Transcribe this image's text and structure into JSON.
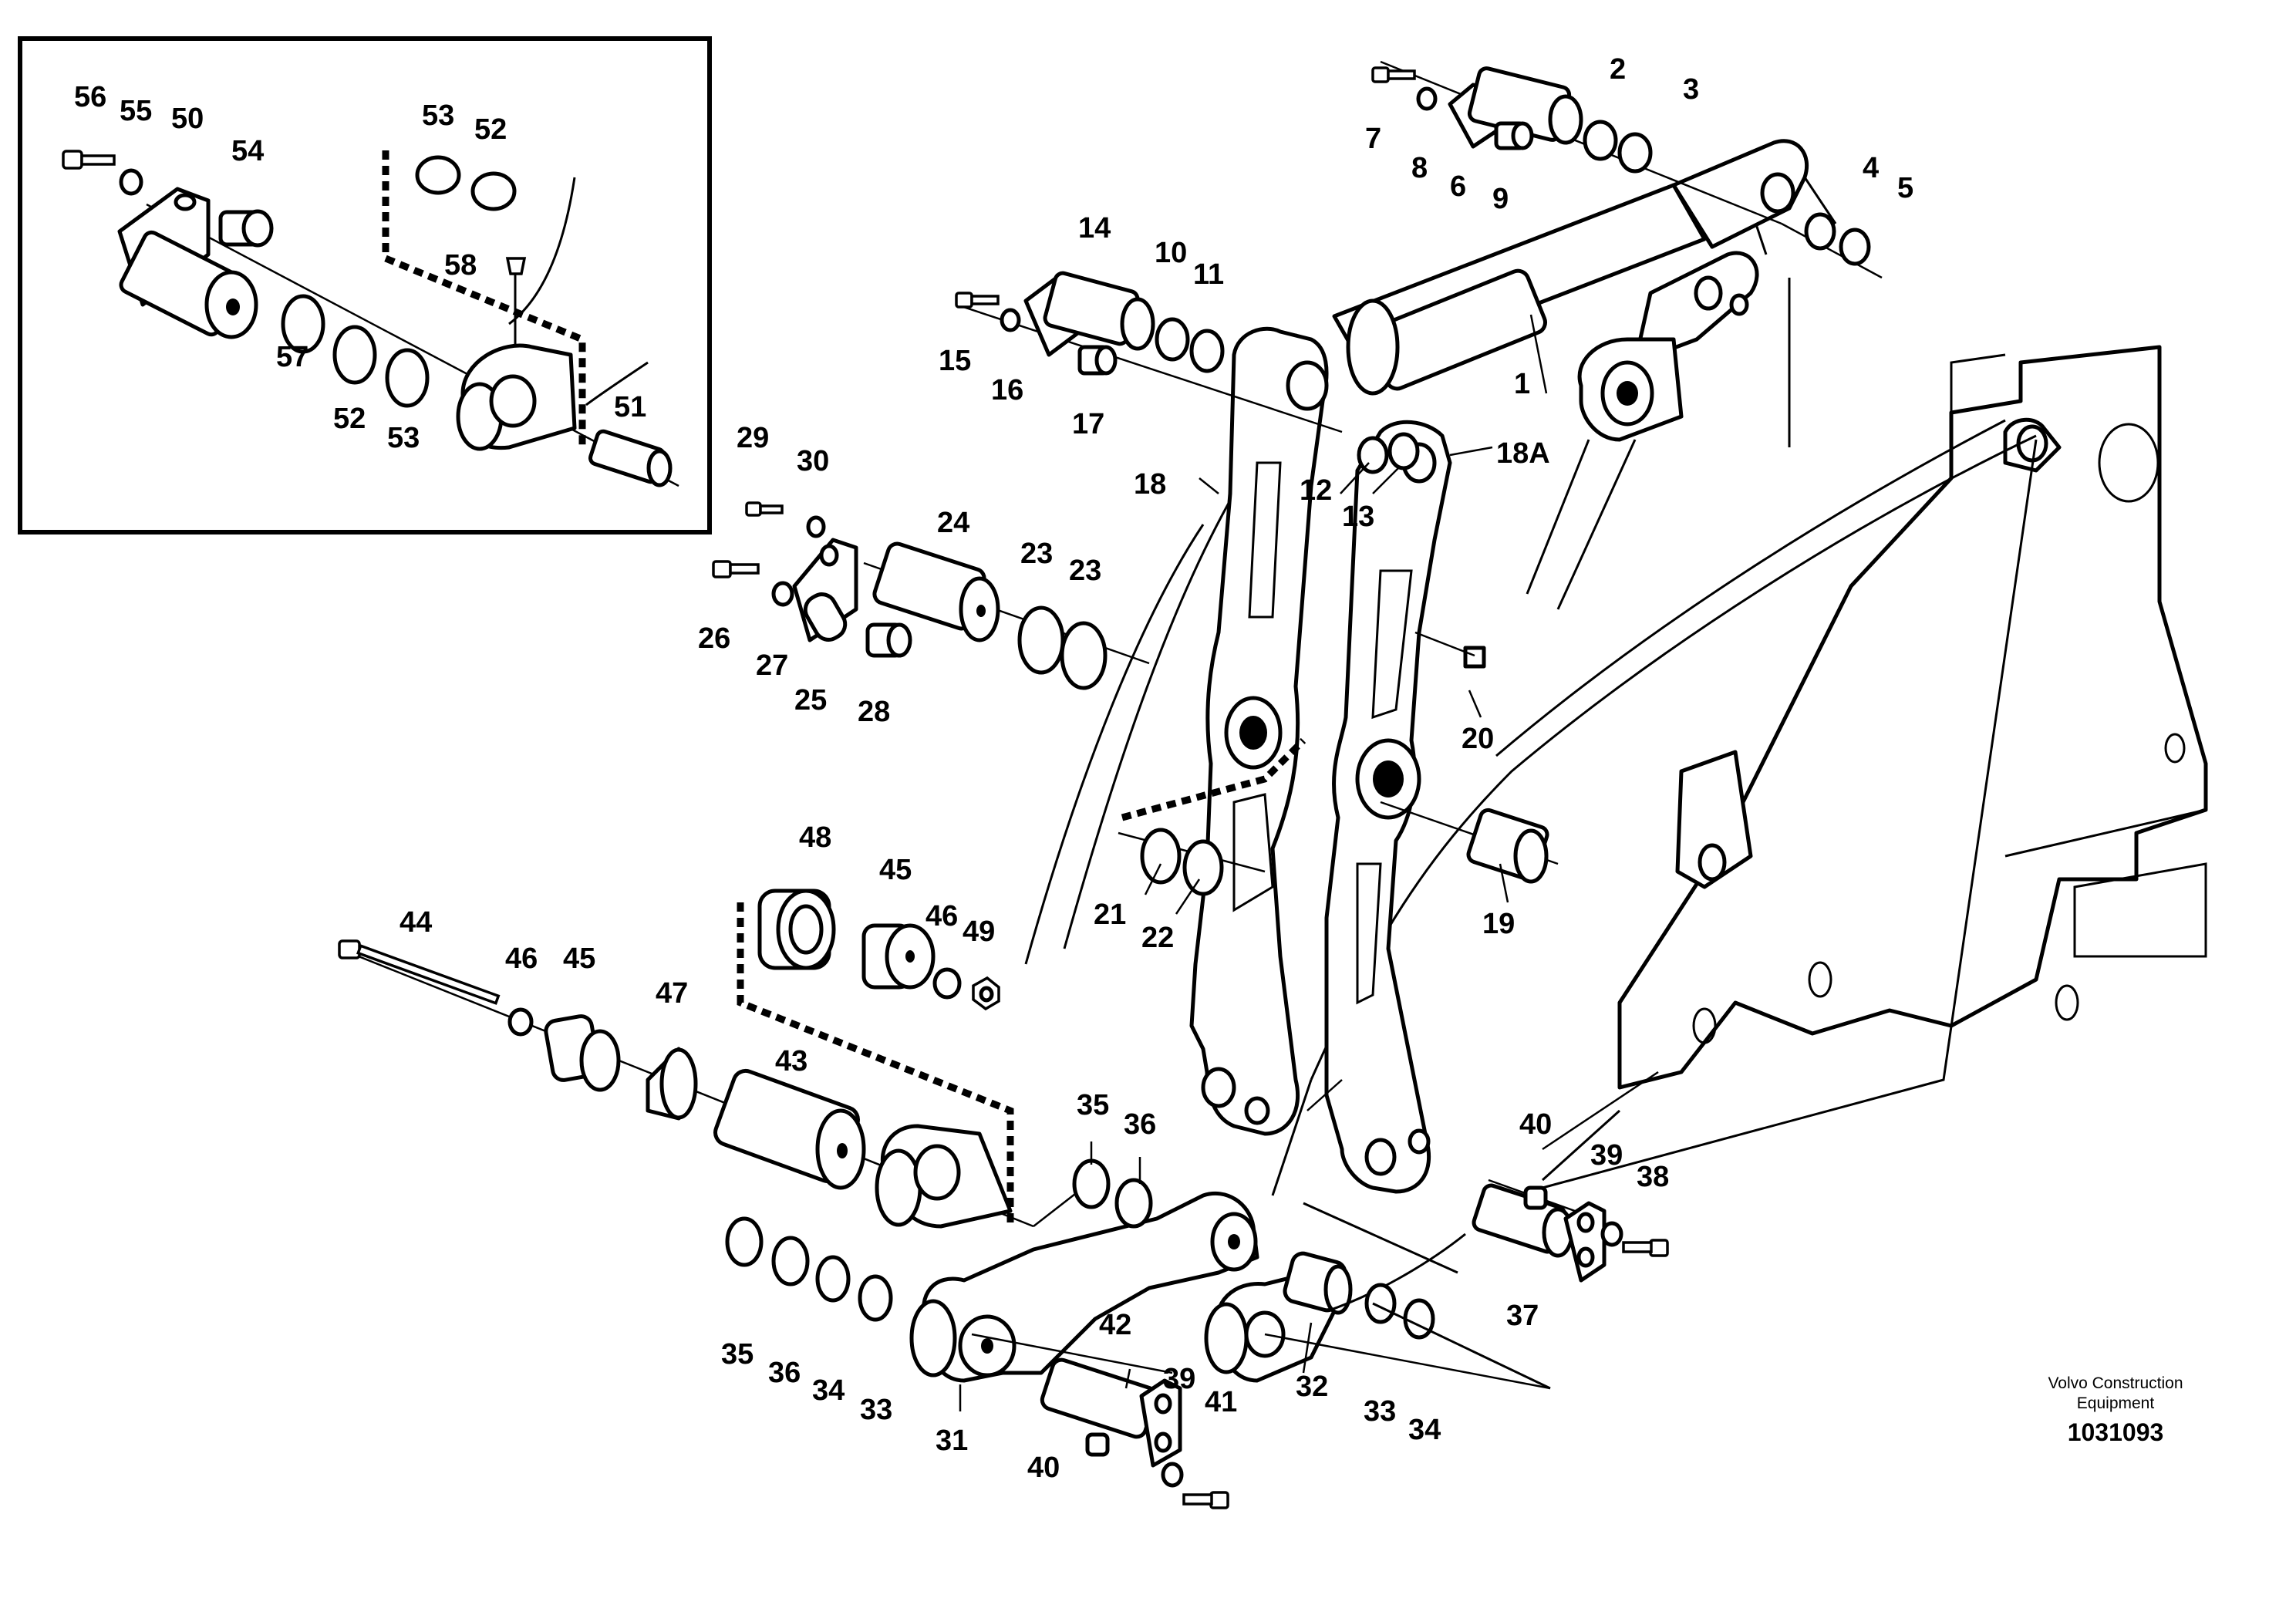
{
  "callouts": {
    "c1": "1",
    "c2": "2",
    "c3": "3",
    "c4": "4",
    "c5": "5",
    "c6": "6",
    "c7": "7",
    "c8": "8",
    "c9": "9",
    "c10": "10",
    "c11": "11",
    "c12": "12",
    "c13": "13",
    "c14": "14",
    "c15": "15",
    "c16": "16",
    "c17": "17",
    "c18": "18",
    "c18a": "18A",
    "c19": "19",
    "c20": "20",
    "c21": "21",
    "c22": "22",
    "c23a": "23",
    "c23b": "23",
    "c24": "24",
    "c25": "25",
    "c26": "26",
    "c27": "27",
    "c28": "28",
    "c29": "29",
    "c30": "30",
    "c31": "31",
    "c32": "32",
    "c33a": "33",
    "c33b": "33",
    "c34a": "34",
    "c34b": "34",
    "c35a": "35",
    "c35b": "35",
    "c36a": "36",
    "c36b": "36",
    "c37": "37",
    "c38": "38",
    "c39a": "39",
    "c39b": "39",
    "c40a": "40",
    "c40b": "40",
    "c41": "41",
    "c42": "42",
    "c43": "43",
    "c44": "44",
    "c45a": "45",
    "c45b": "45",
    "c46a": "46",
    "c46b": "46",
    "c47": "47",
    "c48": "48",
    "c49": "49",
    "c50": "50",
    "c51": "51",
    "c52a": "52",
    "c52b": "52",
    "c53a": "53",
    "c53b": "53",
    "c54": "54",
    "c55": "55",
    "c56": "56",
    "c57": "57",
    "c58": "58"
  },
  "brand": {
    "line1": "Volvo Construction",
    "line2": "Equipment"
  },
  "document_number": "1031093"
}
